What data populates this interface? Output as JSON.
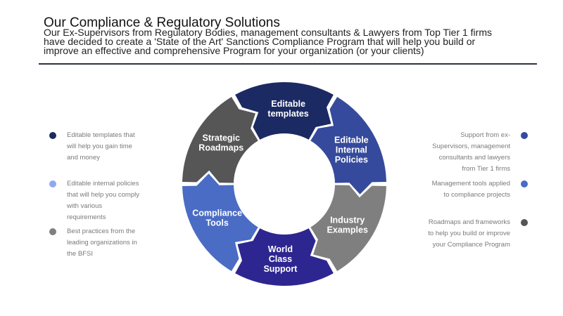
{
  "header": {
    "title": "Our Compliance & Regulatory Solutions",
    "subtitle": "Our Ex-Supervisors from Regulatory Bodies, management consultants & Lawyers from Top Tier 1 firms have decided to create a 'State of the Art' Sanctions Compliance Program that will help you build or improve an effective and comprehensive Program for your organization (or your clients)"
  },
  "cycle": {
    "segments": [
      {
        "label_lines": [
          "Editable",
          "templates"
        ],
        "color": "#1c2a63"
      },
      {
        "label_lines": [
          "Editable",
          "Internal",
          "Policies"
        ],
        "color": "#354a9c"
      },
      {
        "label_lines": [
          "Industry",
          "Examples"
        ],
        "color": "#7f7f7f"
      },
      {
        "label_lines": [
          "World",
          "Class",
          "Support"
        ],
        "color": "#2e2690"
      },
      {
        "label_lines": [
          "Compliance",
          "Tools"
        ],
        "color": "#4a6cc4"
      },
      {
        "label_lines": [
          "Strategic",
          "Roadmaps"
        ],
        "color": "#565656"
      }
    ]
  },
  "left_bullets": [
    {
      "text": "Editable templates that will help you gain time and money",
      "color": "#1c2a63"
    },
    {
      "text": "Editable internal policies that will help you comply with various requirements",
      "color": "#8fa9f0"
    },
    {
      "text": "Best practices from the leading organizations in the BFSI",
      "color": "#808080"
    }
  ],
  "right_bullets": [
    {
      "text": "Support from ex-Supervisors, management consultants and lawyers from Tier 1 firms",
      "color": "#354a9c"
    },
    {
      "text": "Management tools applied to compliance projects",
      "color": "#4a6cc4"
    },
    {
      "text": "Roadmaps and frameworks to help you build or improve your Compliance Program",
      "color": "#555555"
    }
  ]
}
